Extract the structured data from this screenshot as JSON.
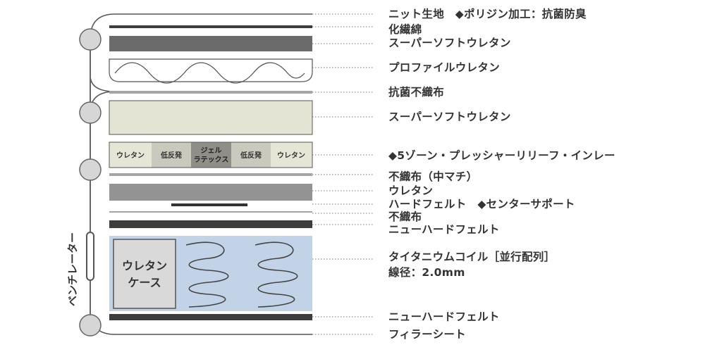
{
  "diagram": {
    "vertical_label": "ベンチレーター",
    "zone_segments": [
      "ウレタン",
      "低反発",
      "ジェル\nラテックス",
      "低反発",
      "ウレタン"
    ],
    "case_label_line1": "ウレタン",
    "case_label_line2": "ケース"
  },
  "labels": [
    "ニット生地　◆ポリジン加工：抗菌防臭",
    "化繊綿",
    "スーパーソフトウレタン",
    "プロファイルウレタン",
    "抗菌不織布",
    "スーパーソフトウレタン",
    "◆5ゾーン・プレッシャーリリーフ・インレー",
    "不織布（中マチ）",
    "ウレタン",
    "ハードフェルト　◆センターサポート",
    "不織布",
    "ニューハードフェルト",
    "タイタニウムコイル［並行配列］",
    "線径：2.0mm",
    "ニューハードフェルト",
    "フィラーシート"
  ],
  "colors": {
    "line": "#555555",
    "dark_layer": "#3d3d3d",
    "gray_layer": "#939393",
    "cream": "#e4e4d4",
    "coil_bg": "#c2d3e8",
    "case_bg": "#d9d9d9",
    "text": "#333333"
  }
}
